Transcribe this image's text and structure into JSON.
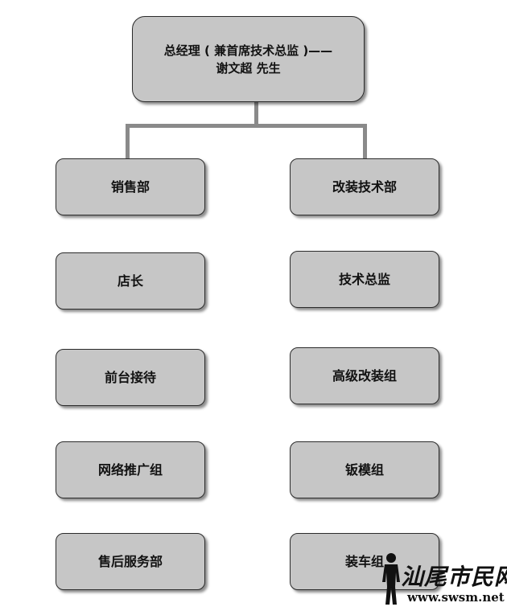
{
  "root": {
    "title_line1": "总经理 ( 兼首席技术总监 )——",
    "title_line2": "谢文超 先生"
  },
  "left_column": [
    {
      "label": "销售部"
    },
    {
      "label": "店长"
    },
    {
      "label": "前台接待"
    },
    {
      "label": "网络推广组"
    },
    {
      "label": "售后服务部"
    }
  ],
  "right_column": [
    {
      "label": "改装技术部"
    },
    {
      "label": "技术总监"
    },
    {
      "label": "高级改装组"
    },
    {
      "label": "钣模组"
    },
    {
      "label": "装车组"
    }
  ],
  "watermark": {
    "site_name": "汕尾市民网",
    "url": "www.swsm.net"
  }
}
